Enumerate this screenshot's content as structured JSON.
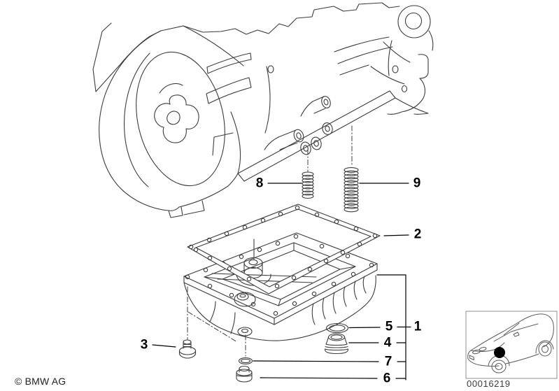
{
  "diagram": {
    "copyright": "© BMW AG",
    "image_code": "00016219",
    "callouts": [
      {
        "number": "1"
      },
      {
        "number": "2"
      },
      {
        "number": "3"
      },
      {
        "number": "4"
      },
      {
        "number": "5"
      },
      {
        "number": "6"
      },
      {
        "number": "7"
      },
      {
        "number": "8"
      },
      {
        "number": "9"
      }
    ],
    "colors": {
      "background": "#ffffff",
      "line": "#3c3c3c",
      "label": "#000000",
      "inset_border": "#8f8f8f"
    }
  }
}
